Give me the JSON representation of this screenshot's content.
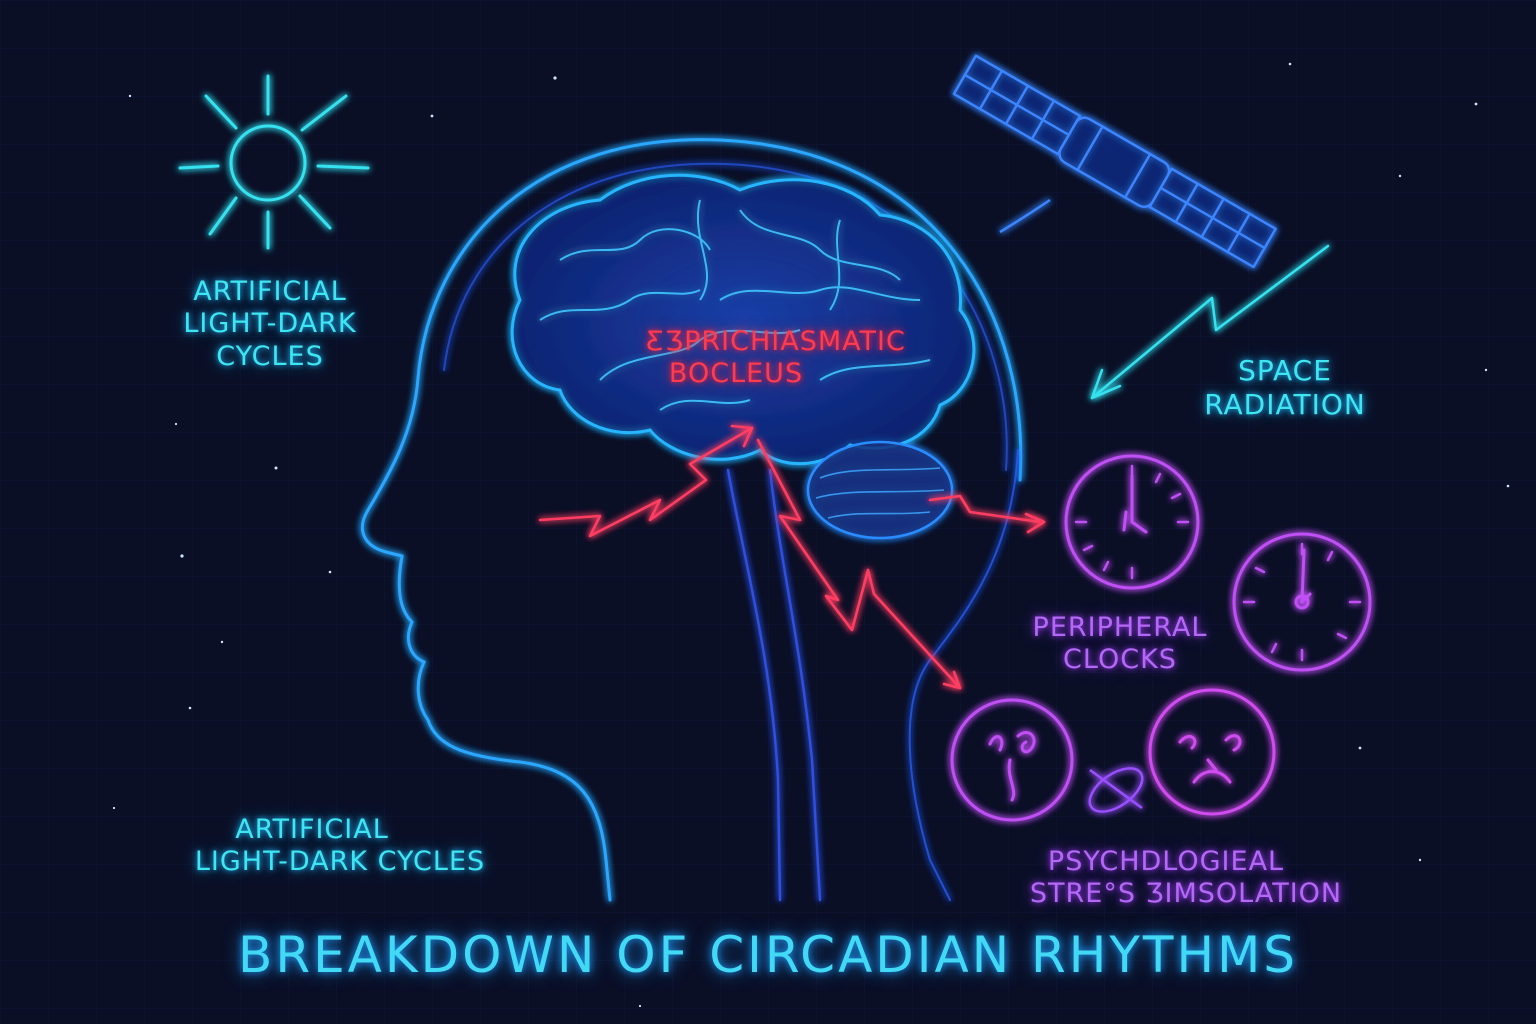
{
  "title": "BREAKDOWN OF CIRCADIAN RHYTHMS",
  "labels": {
    "light_top_line1": "ARTIFICIAL",
    "light_top_line2": "LIGHT-DARK",
    "light_top_line3": "CYCLES",
    "scn_line1": "ƸƷPRICHIASMATIC",
    "scn_line2": "BOCLEUS",
    "space_line1": "SPACE",
    "space_line2": "RADIATION",
    "peripheral_line1": "PERIPHERAL",
    "peripheral_line2": "CLOCKS",
    "light_bottom_line1": "ARTIFICIAL",
    "light_bottom_line2": "LIGHT-DARK CYCLES",
    "psych_line1": "PSYCHDLOGIEAL",
    "psych_line2": "STRE°S ƷIMSOLATION"
  },
  "icons": [
    "sun-icon",
    "satellite-icon",
    "lightning-arrow-icon",
    "brain-icon",
    "head-outline-icon",
    "clock-icon",
    "clock-icon",
    "stressed-face-icon",
    "sad-face-icon"
  ],
  "colors": {
    "background": "#0a0f26",
    "cyan": "#3ee6f0",
    "blue": "#1f6fff",
    "red": "#ff3b4e",
    "purple": "#b468f5",
    "magenta": "#d04cf0"
  }
}
